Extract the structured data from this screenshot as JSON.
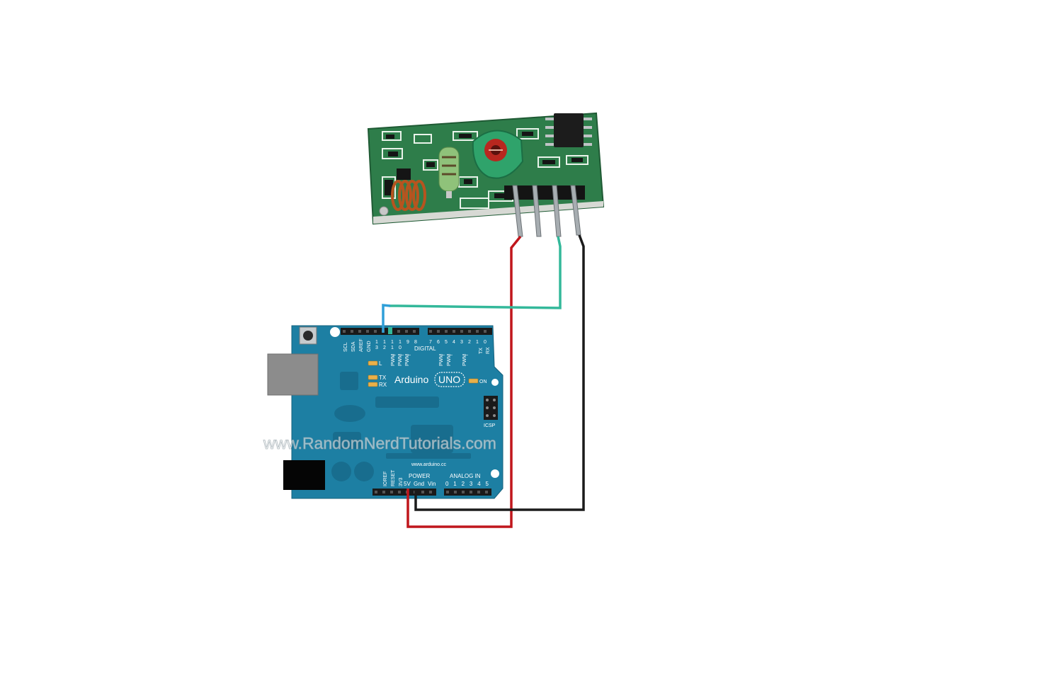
{
  "watermark": "www.RandomNerdTutorials.com",
  "arduino": {
    "brand": "Arduino",
    "model": "UNO",
    "website": "www.arduino.cc",
    "digital_label": "DIGITAL",
    "power_label": "POWER",
    "analog_label": "ANALOG IN",
    "icsp_label": "ICSP",
    "on_label": "ON",
    "led_l": "L",
    "led_tx": "TX",
    "led_rx": "RX",
    "top_vertical_labels": [
      "SCL",
      "SDA",
      "AREF",
      "GND"
    ],
    "digital_high_pins": [
      "1\n3",
      "1\n2",
      "1\n1",
      "1\n0",
      "9",
      "8"
    ],
    "digital_low_pins": [
      "7",
      "6",
      "5",
      "4",
      "3",
      "2",
      "1",
      "0"
    ],
    "tx_rx_vertical": [
      "TX",
      "RX"
    ],
    "pwm_labels": [
      "PWM",
      "PWM",
      "PWM",
      "PWM",
      "PWM",
      "PWM"
    ],
    "tilde_labels": [
      "~",
      "~",
      "~",
      "~",
      "~",
      "~"
    ],
    "power_vertical_labels": [
      "IOREF",
      "RESET",
      "3V3"
    ],
    "power_pins": [
      "5V",
      "Gnd",
      "Vin"
    ],
    "analog_pins": [
      "0",
      "1",
      "2",
      "3",
      "4",
      "5"
    ]
  },
  "colors": {
    "board": "#1d7fa3",
    "board_dark": "#15607d",
    "module_pcb": "#2e7d4a",
    "wire_vcc": "#c0161c",
    "wire_gnd": "#1b1b1b",
    "wire_data_blue": "#2f9fd8",
    "wire_data_teal": "#33b89a"
  }
}
